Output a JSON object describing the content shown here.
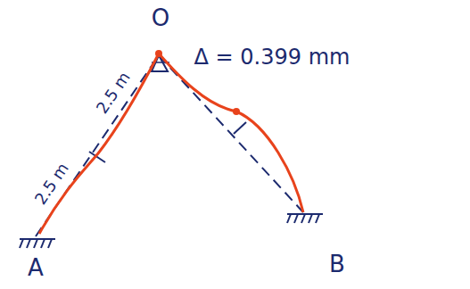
{
  "diagram": {
    "labels": [
      "O",
      "Δ = 0.399 mm",
      "2.5 m",
      "2.5 m",
      "A",
      "B"
    ]
  }
}
